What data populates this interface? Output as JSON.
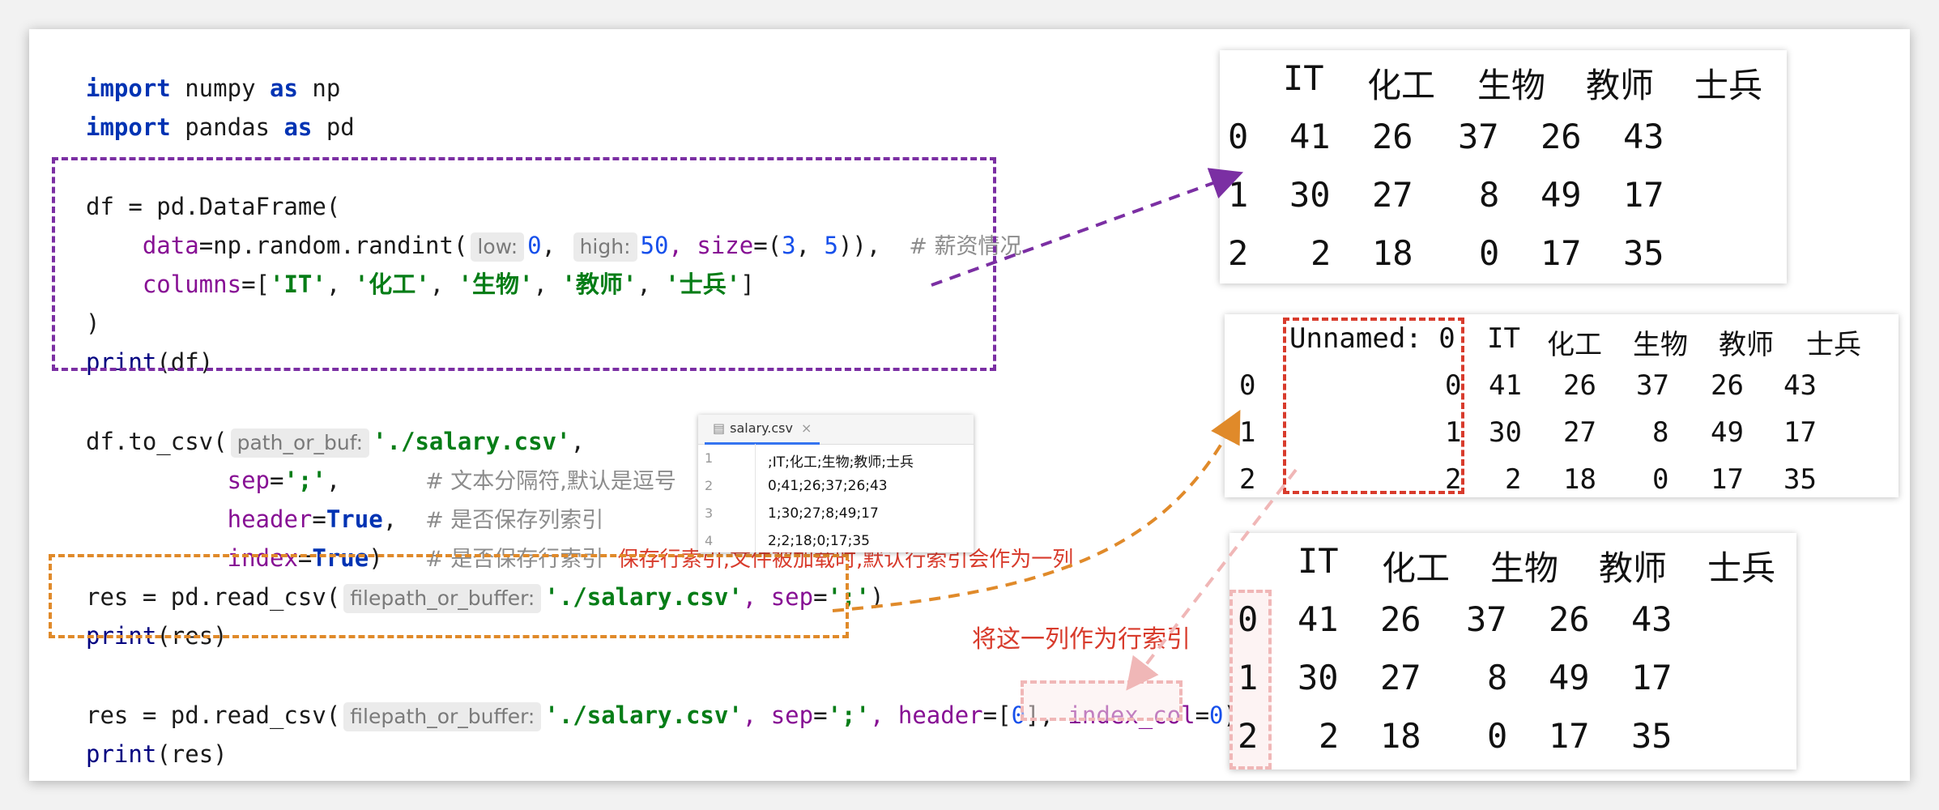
{
  "code": {
    "l1": {
      "kw1": "import",
      "mod": " numpy ",
      "kw2": "as",
      "alias": " np"
    },
    "l2": {
      "kw1": "import",
      "mod": " pandas ",
      "kw2": "as",
      "alias": " pd"
    },
    "l3": "df = pd.DataFrame(",
    "l4": {
      "indent": "    ",
      "p1": "data",
      "mid": "=np.random.randint(",
      "hint_low": "low:",
      "v0": "0",
      ", ": ", ",
      "hint_high": "high:",
      "v50": "50",
      "size_kw": ", size",
      "size_mid": "=(",
      "v3": "3",
      "comma": ", ",
      "v5": "5",
      "close": ")),  ",
      "comment": "# 薪资情况"
    },
    "l5": {
      "indent": "    ",
      "p": "columns",
      "pre": "=[",
      "c1": "'IT'",
      "c2": "'化工'",
      "c3": "'生物'",
      "c4": "'教师'",
      "c5": "'士兵'",
      "sep": ", ",
      "end": "]"
    },
    "l6": ")",
    "l7": {
      "fn": "print",
      "args": "(df)"
    },
    "l8": {
      "call": "df.to_csv(",
      "hint": "path_or_buf:",
      "str": "'./salary.csv'",
      "end": ","
    },
    "l9": {
      "indent": "          ",
      "p": "sep",
      "eq": "=",
      "str": "';'",
      "rest": ",      ",
      "comment": "# 文本分隔符,默认是逗号"
    },
    "l10": {
      "indent": "          ",
      "p": "header",
      "eq": "=",
      "val": "True",
      "rest": ",  ",
      "comment": "# 是否保存列索引"
    },
    "l11": {
      "indent": "          ",
      "p": "index",
      "eq": "=",
      "val": "True",
      "rest": ")   ",
      "comment": "# 是否保存行索引",
      "note": "保存行索引,文件被加载时,默认行索引会作为一列"
    },
    "l12": {
      "call": "res = pd.read_csv(",
      "hint": "filepath_or_buffer:",
      "str": "'./salary.csv'",
      "sep_kw": ", sep",
      "eq": "=",
      "sep_str": "';'",
      "end": ")"
    },
    "l13": {
      "fn": "print",
      "args": "(res)"
    },
    "l14": {
      "call": "res = pd.read_csv(",
      "hint": "filepath_or_buffer:",
      "str": "'./salary.csv'",
      "sep_kw": ", sep",
      "eq": "=",
      "sep_str": "';'",
      "hdr_kw": ", header",
      "hdr_eq": "=[",
      "hdr_v": "0",
      "hdr_end": "], ",
      "idx_kw": "index_col",
      "idx_eq": "=",
      "idx_v": "0",
      "end": ")"
    },
    "l15": {
      "fn": "print",
      "args": "(res)"
    }
  },
  "annotation_index_col": "将这一列作为行索引",
  "csv_file": {
    "tab": "salary.csv",
    "lines": [
      {
        "n": "1",
        "t": ";IT;化工;生物;教师;士兵"
      },
      {
        "n": "2",
        "t": "0;41;26;37;26;43"
      },
      {
        "n": "3",
        "t": "1;30;27;8;49;17"
      },
      {
        "n": "4",
        "t": "2;2;18;0;17;35"
      }
    ]
  },
  "output1": {
    "headers": [
      "IT",
      "化工",
      "生物",
      "教师",
      "士兵"
    ],
    "rows": [
      {
        "idx": "0",
        "vals": [
          "41",
          "26",
          "37",
          "26",
          "43"
        ]
      },
      {
        "idx": "1",
        "vals": [
          "30",
          "27",
          "8",
          "49",
          "17"
        ]
      },
      {
        "idx": "2",
        "vals": [
          "2",
          "18",
          "0",
          "17",
          "35"
        ]
      }
    ]
  },
  "output2": {
    "headers": [
      "Unnamed: 0",
      "IT",
      "化工",
      "生物",
      "教师",
      "士兵"
    ],
    "rows": [
      {
        "idx": "0",
        "vals": [
          "0",
          "41",
          "26",
          "37",
          "26",
          "43"
        ]
      },
      {
        "idx": "1",
        "vals": [
          "1",
          "30",
          "27",
          "8",
          "49",
          "17"
        ]
      },
      {
        "idx": "2",
        "vals": [
          "2",
          "2",
          "18",
          "0",
          "17",
          "35"
        ]
      }
    ]
  },
  "output3": {
    "headers": [
      "IT",
      "化工",
      "生物",
      "教师",
      "士兵"
    ],
    "rows": [
      {
        "idx": "0",
        "vals": [
          "41",
          "26",
          "37",
          "26",
          "43"
        ]
      },
      {
        "idx": "1",
        "vals": [
          "30",
          "27",
          "8",
          "49",
          "17"
        ]
      },
      {
        "idx": "2",
        "vals": [
          "2",
          "18",
          "0",
          "17",
          "35"
        ]
      }
    ]
  },
  "colors": {
    "purple": "#7b2fa3",
    "orange": "#e08a2a",
    "red": "#d83b2c",
    "pink": "#f0b7b7"
  }
}
